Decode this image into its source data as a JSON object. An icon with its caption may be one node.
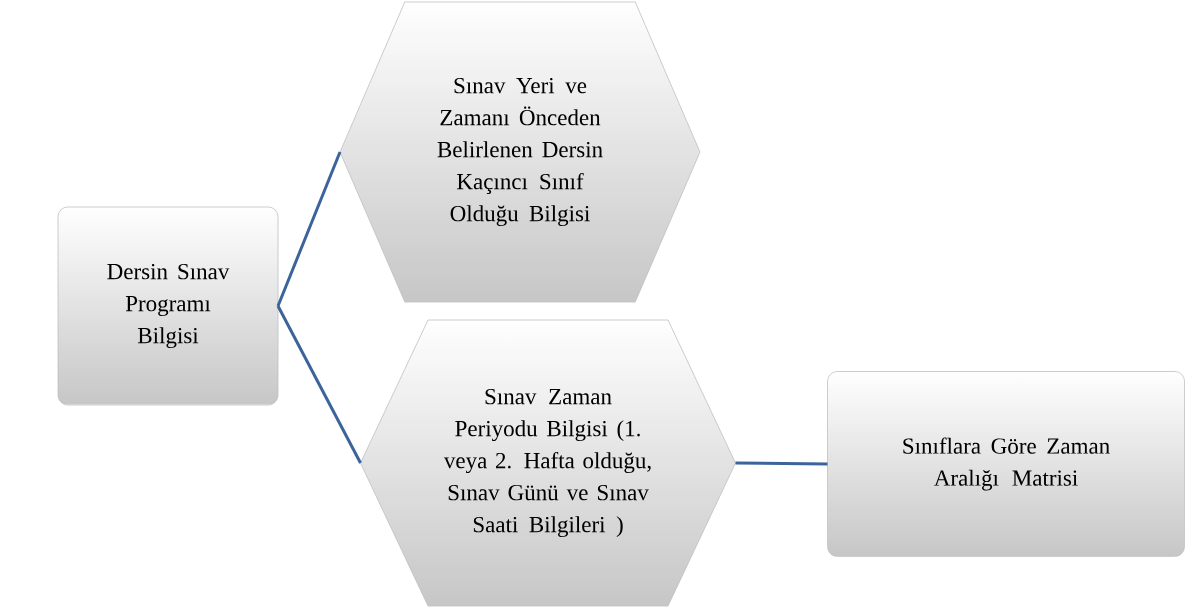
{
  "diagram": {
    "nodes": [
      {
        "text": [
          "Dersin Sınav Programı Bilgisi"
        ]
      },
      {
        "text": [
          "Sınav Yeri ve Zamanı Önceden Belirlenen Dersin Kaçıncı Sınıf Olduğu Bilgisi"
        ]
      },
      {
        "text": [
          "Sınav Zaman Periyodu Bilgisi (1. veya 2. Hafta olduğu, Sınav Günü ve Sınav Saati Bilgileri )"
        ]
      },
      {
        "text": [
          "Sınıflara Göre Zaman Aralığı Matrisi"
        ]
      }
    ],
    "edges": [
      {
        "from": 0,
        "to": 1,
        "arrow": "none"
      },
      {
        "from": 0,
        "to": 2,
        "arrow": "none"
      },
      {
        "from": 2,
        "to": 3,
        "arrow": "none"
      }
    ]
  }
}
